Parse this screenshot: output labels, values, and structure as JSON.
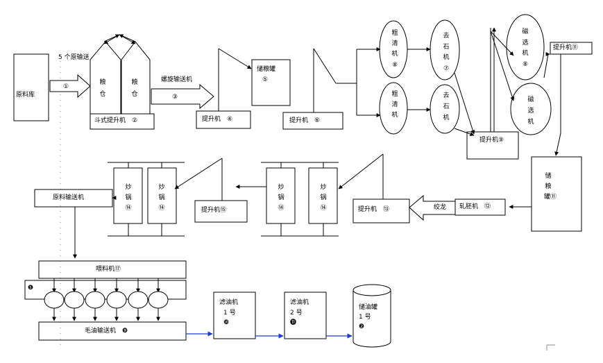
{
  "nodes": {
    "raw_storage": "原料库",
    "num_1": "①",
    "raw_conveyor_count": "5 个原输送",
    "silo_a": [
      "粮",
      "仓"
    ],
    "silo_b": [
      "粮",
      "仓"
    ],
    "bucket_elevator": "斗式提升机　②",
    "conveyor_label": "螺旋输送机",
    "num_3": "③",
    "elev_4": "提升机　④",
    "storage_bin_5": "储粮罐",
    "num_5": "⑤",
    "elev_6": "提升机　⑥",
    "coarse_1": [
      "粗",
      "清",
      "机",
      "⑧"
    ],
    "coarse_2": [
      "粗",
      "清",
      "机"
    ],
    "stone_1": [
      "去",
      "石",
      "机",
      "⑦"
    ],
    "stone_2": [
      "去",
      "石",
      "机"
    ],
    "mag_1": [
      "磁",
      "选",
      "机",
      "⑧"
    ],
    "mag_2": [
      "磁",
      "选",
      "机"
    ],
    "elev_9": "提升机⑨",
    "elev_top_right": "提升机⑪",
    "storage_bin_right": [
      "储",
      "粮",
      "罐⑪"
    ],
    "flaker": "轧胚机　⑫",
    "squeezer": "绞龙",
    "elev_13": "提升机　⑬",
    "wok_a": [
      "炒",
      "锅",
      "⑭"
    ],
    "wok_b": [
      "炒",
      "锅",
      "⑭"
    ],
    "elev_15": "提升机⑮",
    "wok_c": [
      "炒",
      "锅",
      "⑭"
    ],
    "wok_d": [
      "炒",
      "锅",
      "⑭"
    ],
    "raw_conveyor": "原料输送机",
    "feeder": "喂料机⑰",
    "feeder_mark": "❶",
    "oil_conveyor": "毛油输送机　❾",
    "filter_1": [
      "滤油机",
      "1 号",
      "❿"
    ],
    "filter_2": [
      "滤油机",
      "2 号",
      "⓫"
    ],
    "oil_tank": [
      "储油罐",
      "1 号",
      "❷"
    ]
  }
}
